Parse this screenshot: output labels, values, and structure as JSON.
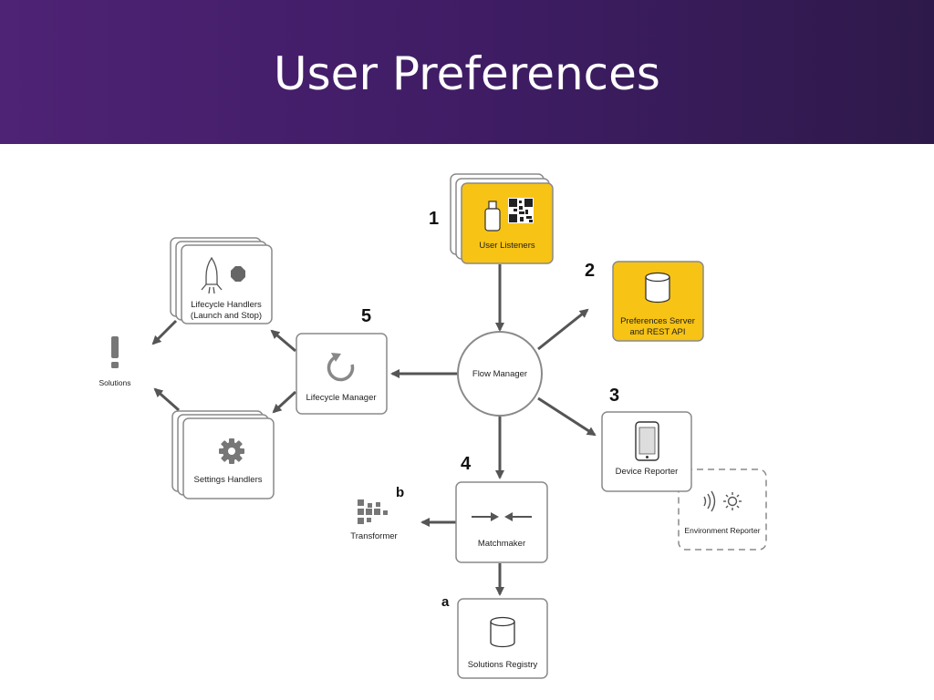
{
  "slide": {
    "title": "User Preferences"
  },
  "diagram": {
    "user_listeners": "User Listeners",
    "preferences_server_line1": "Preferences Server",
    "preferences_server_line2": "and REST API",
    "flow_manager": "Flow Manager",
    "device_reporter": "Device Reporter",
    "environment_reporter": "Environment Reporter",
    "matchmaker": "Matchmaker",
    "solutions_registry": "Solutions Registry",
    "transformer": "Transformer",
    "lifecycle_manager": "Lifecycle Manager",
    "lifecycle_handlers_line1": "Lifecycle Handlers",
    "lifecycle_handlers_line2": "(Launch and Stop)",
    "settings_handlers": "Settings Handlers",
    "solutions": "Solutions",
    "step_numbers": {
      "one": "1",
      "two": "2",
      "three": "3",
      "four": "4",
      "five": "5"
    },
    "sub_labels": {
      "a": "a",
      "b": "b"
    }
  },
  "colors": {
    "accent_yellow": "#f7c315",
    "header_purple": "#4e2275",
    "border_gray": "#8a8a8a",
    "arrow_gray": "#555555"
  }
}
